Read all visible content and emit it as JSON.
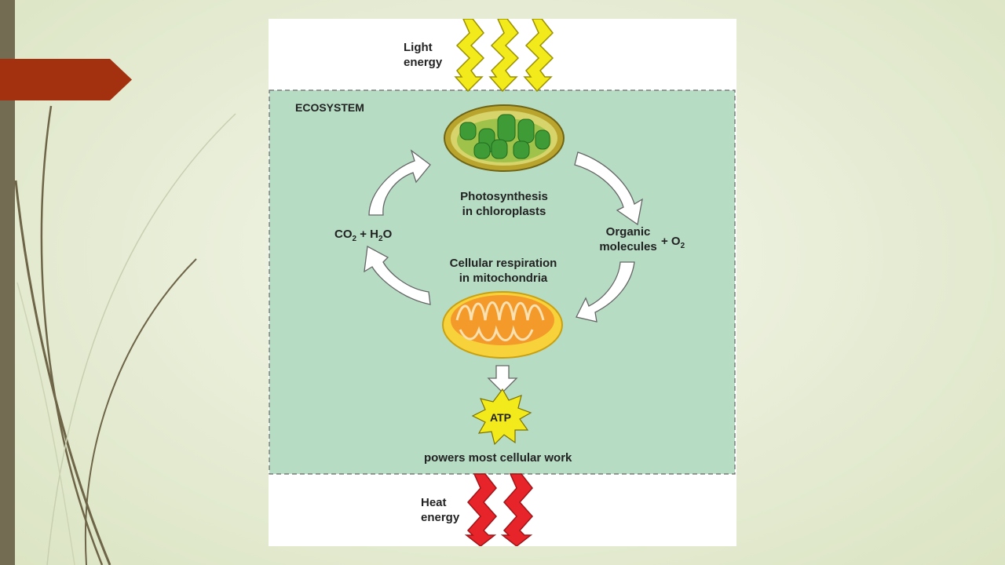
{
  "slide": {
    "accent_color": "#a3300f",
    "sidebar_color": "#736b52"
  },
  "diagram": {
    "light_energy": [
      "Light",
      "energy"
    ],
    "ecosystem_label": "ECOSYSTEM",
    "photosynthesis": [
      "Photosynthesis",
      "in chloroplasts"
    ],
    "co2_h2o": {
      "co": "CO",
      "co_sub": "2",
      "mid": " + H",
      "h_sub": "2",
      "o": "O"
    },
    "organic": [
      "Organic",
      "molecules"
    ],
    "o2": {
      "plus": "+ O",
      "sub": "2"
    },
    "respiration": [
      "Cellular respiration",
      "in mitochondria"
    ],
    "atp": "ATP",
    "powers": "powers most cellular work",
    "heat_energy": [
      "Heat",
      "energy"
    ],
    "colors": {
      "ecosystem_fill": "#b6dcc4",
      "light_bolt": "#f2ea1a",
      "heat_bolt": "#e8242b",
      "chloroplast": "#4a9a3a",
      "mitochondrion": "#f39a2a"
    }
  }
}
